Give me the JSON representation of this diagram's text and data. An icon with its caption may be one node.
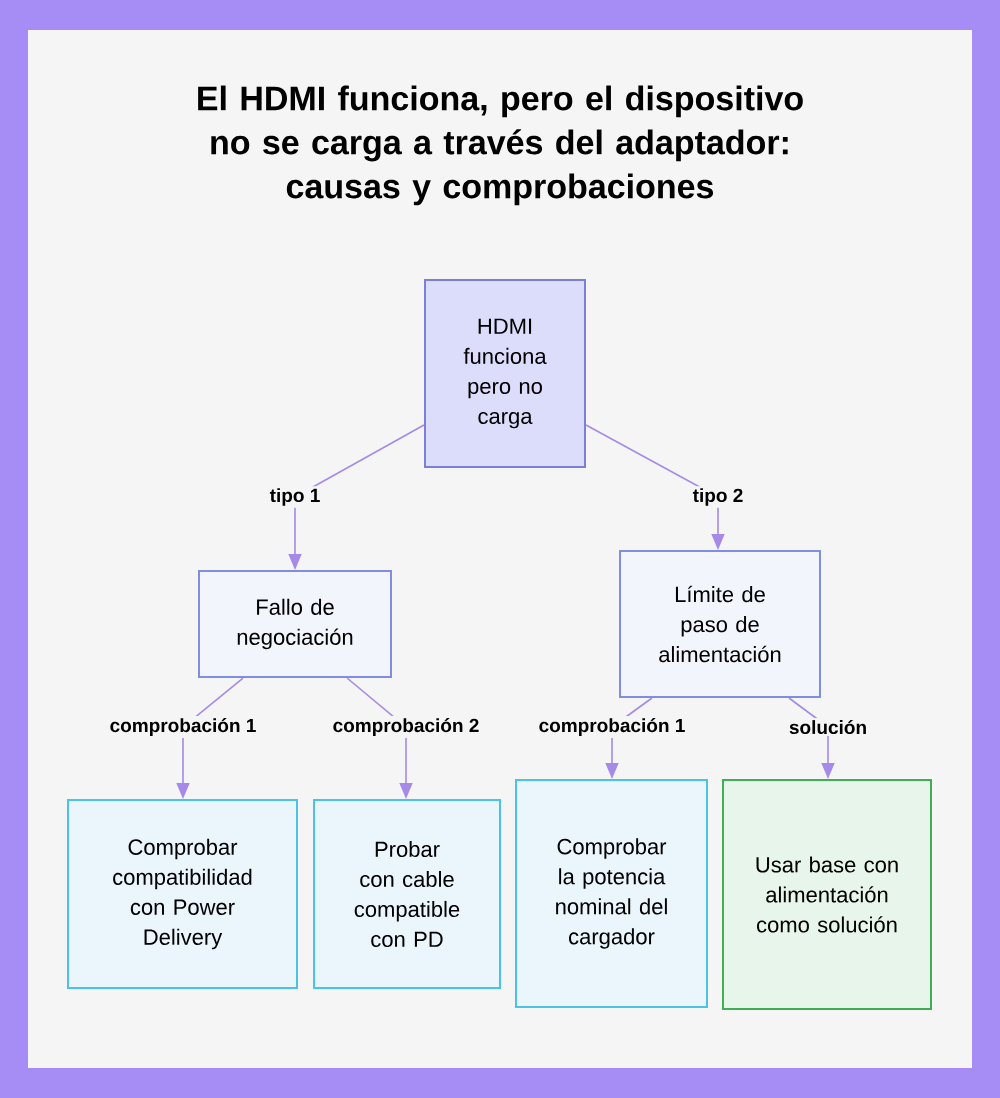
{
  "diagram": {
    "title": "El HDMI funciona, pero el dispositivo no se carga a través del adaptador: causas y comprobaciones",
    "nodes": [
      {
        "text": [
          "HDMI funciona pero no carga"
        ]
      },
      {
        "text": [
          "Fallo de negociación"
        ]
      },
      {
        "text": [
          "Límite de paso de alimentación"
        ]
      },
      {
        "text": [
          "Comprobar compatibilidad con Power Delivery"
        ]
      },
      {
        "text": [
          "Probar con cable compatible con PD"
        ]
      },
      {
        "text": [
          "Comprobar la potencia nominal del cargador"
        ]
      },
      {
        "text": [
          "Usar base con alimentación como solución"
        ]
      }
    ],
    "edges": [
      {
        "from": 0,
        "to": 1,
        "arrow": "to",
        "label": "tipo 1"
      },
      {
        "from": 0,
        "to": 2,
        "arrow": "to",
        "label": "tipo 2"
      },
      {
        "from": 1,
        "to": 3,
        "arrow": "to",
        "label": "comprobación 1"
      },
      {
        "from": 1,
        "to": 4,
        "arrow": "to",
        "label": "comprobación 2"
      },
      {
        "from": 2,
        "to": 5,
        "arrow": "to",
        "label": "comprobación 1"
      },
      {
        "from": 2,
        "to": 6,
        "arrow": "to",
        "label": "solución"
      }
    ]
  }
}
